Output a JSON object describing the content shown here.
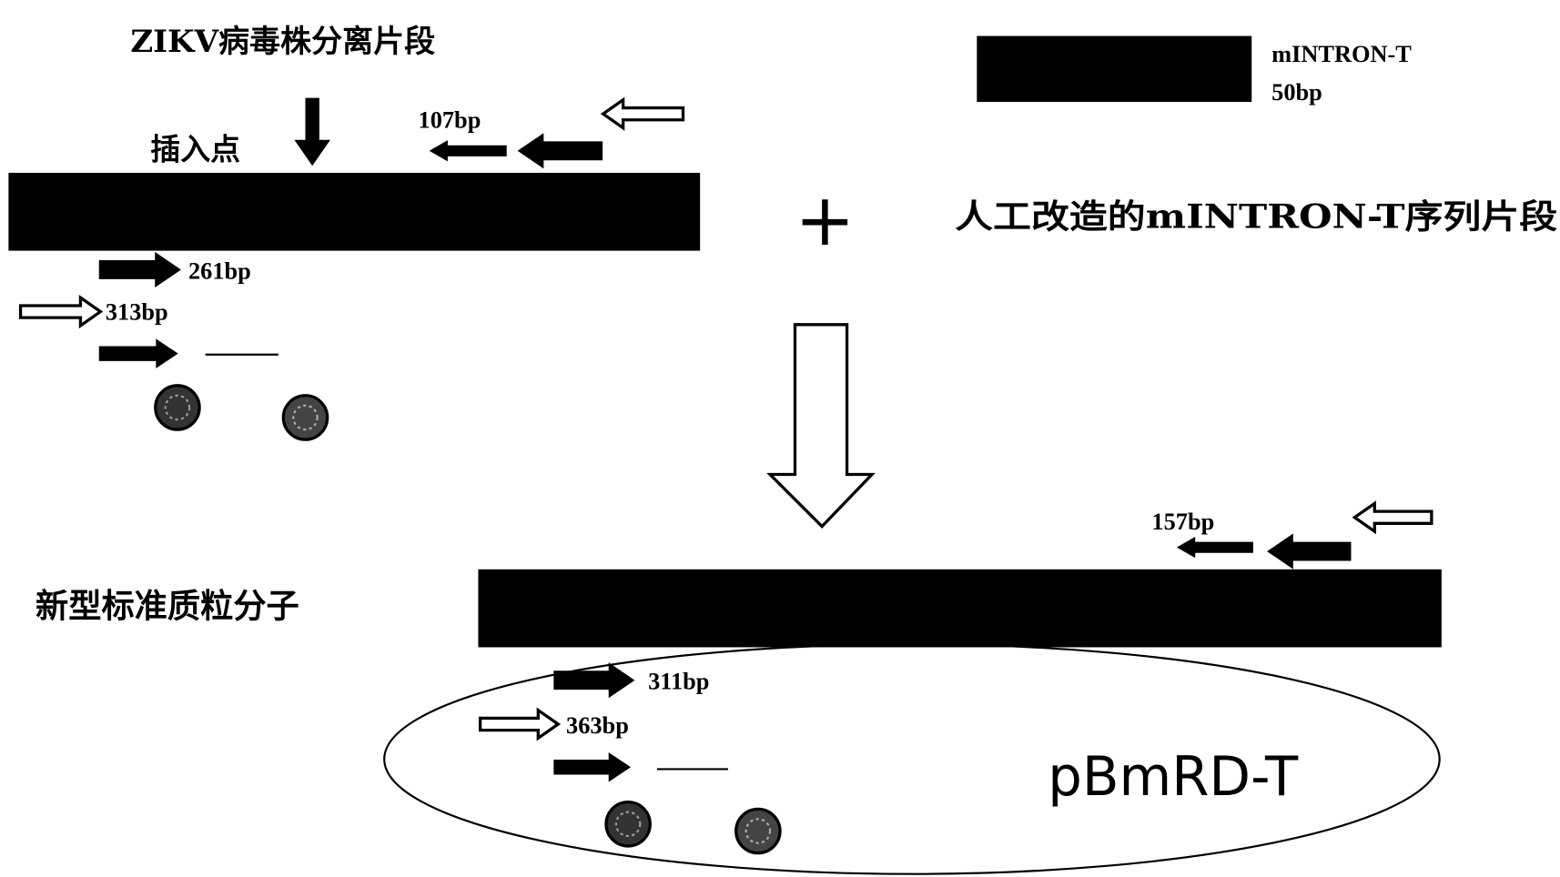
{
  "top": {
    "virus_fragment_title": "ZIKV病毒株分离片段",
    "insertion_point_label": "插入点",
    "reverse_primer_product": "107bp",
    "forward_primer_product": "261bp",
    "outer_forward_product": "313bp"
  },
  "legend": {
    "mintron_name": "mINTRON-T",
    "mintron_size": "50bp",
    "modified_sequence_label": "人工改造的mINTRON-T序列片段",
    "plus_sign": "+"
  },
  "bottom": {
    "plasmid_title": "新型标准质粒分子",
    "reverse_primer_product": "157bp",
    "forward_primer_product": "311bp",
    "outer_forward_product": "363bp",
    "plasmid_name": "pBmRD-T"
  },
  "colors": {
    "ink": "#000000",
    "background": "#ffffff"
  }
}
